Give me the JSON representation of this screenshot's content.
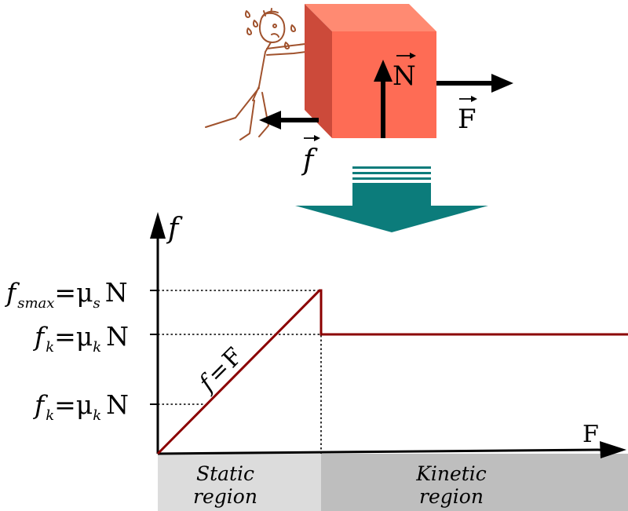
{
  "illustration": {
    "force_labels": {
      "normal": "N",
      "applied": "F",
      "friction": "f"
    },
    "colors": {
      "block_front": "#fe6c55",
      "block_top": "#ff8a72",
      "block_side": "#cc4a3a",
      "person": "#a0522d",
      "transition_arrow": "#0c7c7b"
    }
  },
  "graph": {
    "y_axis_label": "f",
    "x_axis_label": "F",
    "levels": {
      "fsmax": {
        "lhs": "f",
        "lhs_sub": "smax",
        "op": "=",
        "mu": "μ",
        "mu_sub": "s",
        "rhs": "N"
      },
      "fk_upper": {
        "lhs": "f",
        "lhs_sub": "k",
        "op": "=",
        "mu": "μ",
        "mu_sub": "k",
        "rhs": "N"
      },
      "fk_lower": {
        "lhs": "f",
        "lhs_sub": "k",
        "op": "=",
        "mu": "μ",
        "mu_sub": "k",
        "rhs": "N"
      }
    },
    "slope_label": {
      "left": "f",
      "op": "=",
      "right": "F"
    },
    "regions": {
      "static": {
        "line1": "Static",
        "line2": "region",
        "color": "#dcdcdc"
      },
      "kinetic": {
        "line1": "Kinetic",
        "line2": "region",
        "color": "#bebebe"
      }
    },
    "curve_color": "#8b0000"
  }
}
